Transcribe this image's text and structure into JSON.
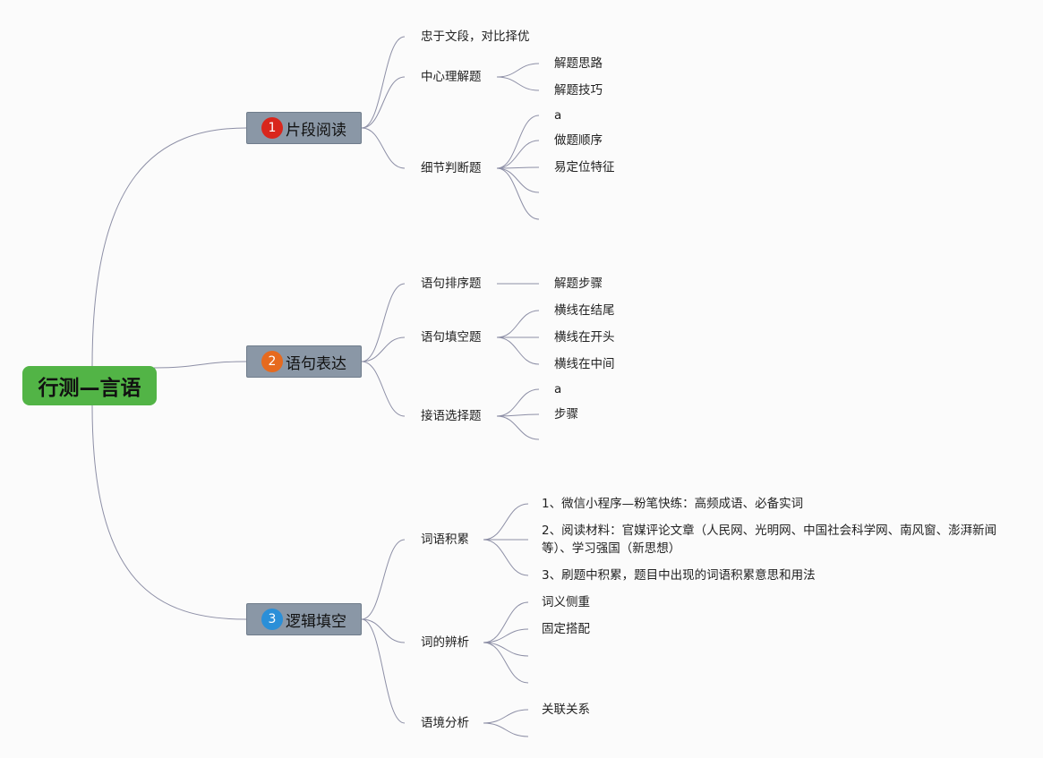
{
  "root": {
    "label": "行测—言语"
  },
  "branches": [
    {
      "number": "1",
      "label": "片段阅读",
      "badge_color": "#d9261c",
      "children": [
        {
          "label": "忠于文段，对比择优",
          "children": []
        },
        {
          "label": "中心理解题",
          "children": [
            "解题思路",
            "解题技巧"
          ]
        },
        {
          "label": "细节判断题",
          "children": [
            "a",
            "做题顺序",
            "易定位特征",
            "",
            ""
          ]
        }
      ]
    },
    {
      "number": "2",
      "label": "语句表达",
      "badge_color": "#e66a1e",
      "children": [
        {
          "label": "语句排序题",
          "children": [
            "解题步骤"
          ]
        },
        {
          "label": "语句填空题",
          "children": [
            "横线在结尾",
            "横线在开头",
            "横线在中间"
          ]
        },
        {
          "label": "接语选择题",
          "children": [
            "a",
            "步骤",
            ""
          ]
        }
      ]
    },
    {
      "number": "3",
      "label": "逻辑填空",
      "badge_color": "#2a8fd8",
      "children": [
        {
          "label": "词语积累",
          "children": [
            "1、微信小程序—粉笔快练：高频成语、必备实词",
            "2、阅读材料：官媒评论文章（人民网、光明网、中国社会科学网、南风窗、澎湃新闻等）、学习强国（新思想）",
            "3、刷题中积累，题目中出现的词语积累意思和用法"
          ]
        },
        {
          "label": "词的辨析",
          "children": [
            "词义侧重",
            "固定搭配",
            "",
            ""
          ]
        },
        {
          "label": "语境分析",
          "children": [
            "关联关系",
            ""
          ]
        }
      ]
    }
  ],
  "colors": {
    "root_fill": "#52b446",
    "branch_fill": "#8a97a6",
    "connector": "#8d8fa6"
  }
}
